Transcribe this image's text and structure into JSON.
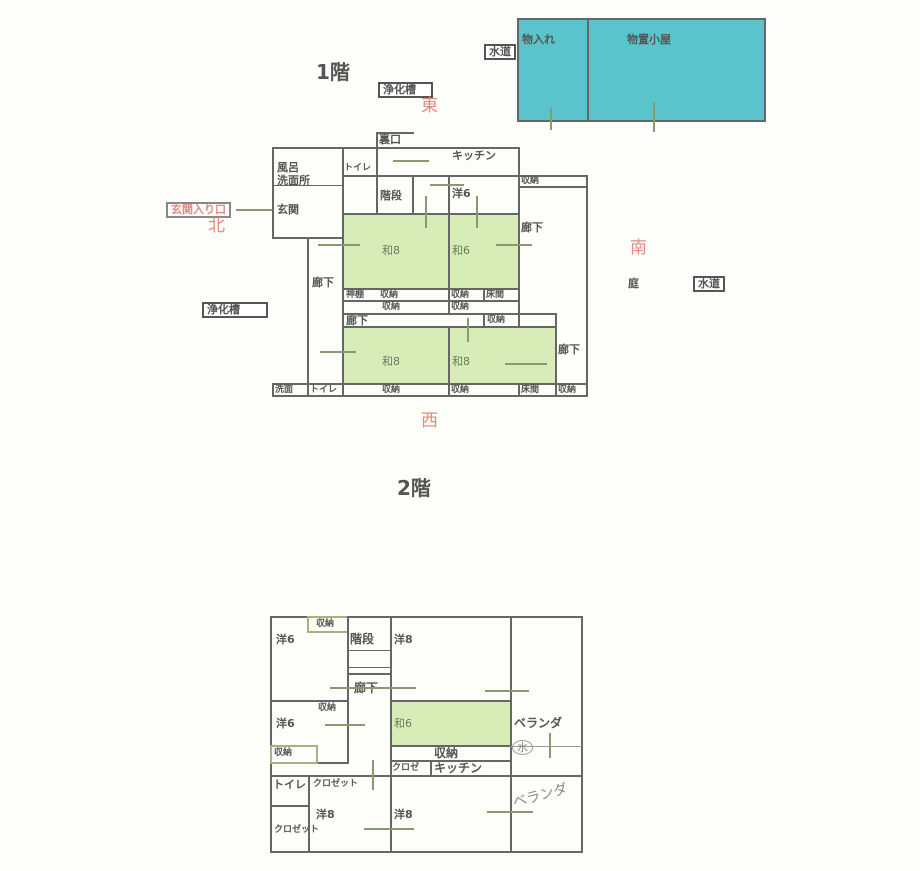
{
  "floor1": {
    "title": "1階",
    "shed": {
      "storage": "物入れ",
      "shed": "物置小屋",
      "water": "水道"
    },
    "septic_top": "浄化槽",
    "septic_left": "浄化槽",
    "east": "東",
    "north": "北",
    "south": "南",
    "west": "西",
    "entrance_label": "玄関入り口",
    "garden": "庭",
    "water_garden": "水道",
    "rooms": {
      "back_door": "裏口",
      "bath": "風呂",
      "washroom": "洗面所",
      "entry": "玄関",
      "toilet": "トイレ",
      "kitchen": "キッチン",
      "stairs": "階段",
      "western6": "洋6",
      "storage_r": "収納",
      "corridor_r": "廊下",
      "wa8_a": "和8",
      "wa6": "和6",
      "corridor_l": "廊下",
      "kamidana": "神棚",
      "storage_a": "収納",
      "storage_b": "収納",
      "tokonoma_a": "床間",
      "storage_c": "収納",
      "storage_d": "収納",
      "corridor_mid": "廊下",
      "storage_e": "収納",
      "wa8_b": "和8",
      "wa8_c": "和8",
      "corridor_se": "廊下",
      "sink": "洗面",
      "toilet_b": "トイレ",
      "storage_f": "収納",
      "storage_g": "収納",
      "tokonoma_b": "床間",
      "storage_h": "収納"
    }
  },
  "floor2": {
    "title": "2階",
    "rooms": {
      "western6_a": "洋6",
      "storage_a": "収納",
      "stairs": "階段",
      "western8_a": "洋8",
      "corridor": "廊下",
      "western6_b": "洋6",
      "storage_b": "収納",
      "storage_c": "収納",
      "wa6": "和6",
      "storage_d": "収納",
      "closet_a": "クロゼ",
      "kitchen": "キッチン",
      "veranda": "ベランダ",
      "toilet": "トイレ",
      "closet_b": "クロゼット",
      "western8_b": "洋8",
      "closet_c": "クロゼット",
      "western8_c": "洋8"
    },
    "handwritten": {
      "water_circle": "水",
      "veranda": "ベランダ"
    }
  },
  "colors": {
    "tatami": "#d8ecb8",
    "shed": "#5bc3cc",
    "compass": "#e08a80"
  }
}
